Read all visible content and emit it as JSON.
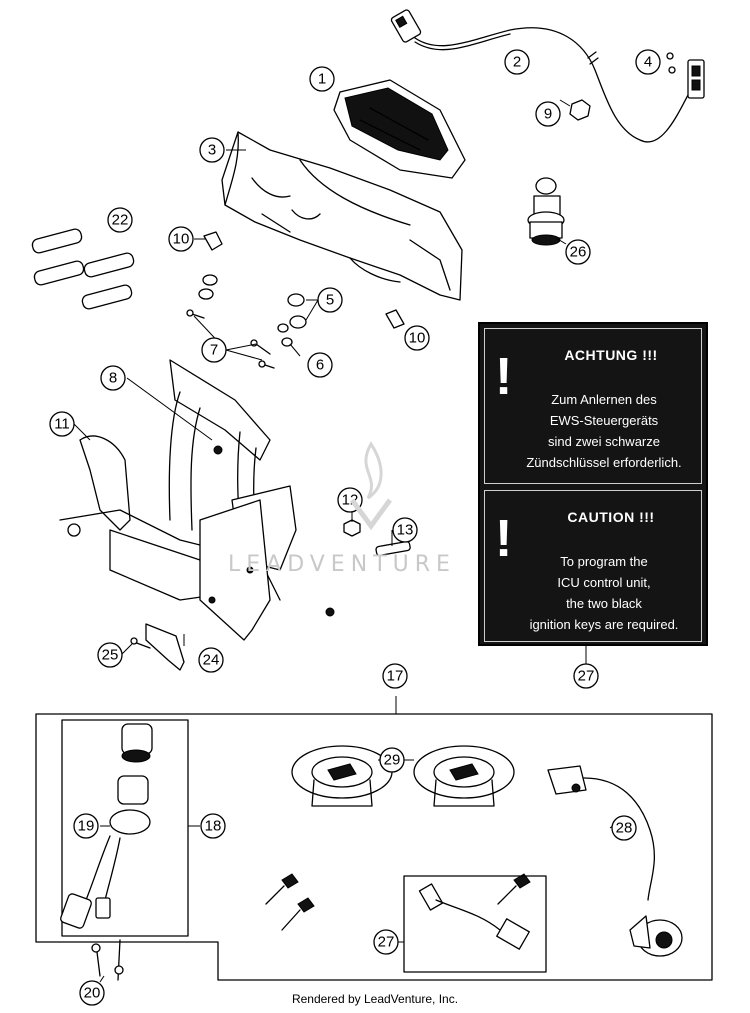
{
  "diagram": {
    "callouts": {
      "c1": "1",
      "c2": "2",
      "c3": "3",
      "c4": "4",
      "c5": "5",
      "c6": "6",
      "c7": "7",
      "c8": "8",
      "c9": "9",
      "c10a": "10",
      "c10b": "10",
      "c11": "11",
      "c12": "12",
      "c13": "13",
      "c17": "17",
      "c18": "18",
      "c19": "19",
      "c20": "20",
      "c22": "22",
      "c24": "24",
      "c25": "25",
      "c26": "26",
      "c27a": "27",
      "c27b": "27",
      "c28": "28",
      "c29": "29"
    },
    "warning_label": {
      "german_title": "ACHTUNG !!!",
      "german_lines": [
        "Zum Anlernen des",
        "EWS-Steuergeräts",
        "sind zwei schwarze",
        "Zündschlüssel erforderlich."
      ],
      "english_title": "CAUTION !!!",
      "english_lines": [
        "To program the",
        "ICU control unit,",
        "the two black",
        "ignition keys are required."
      ]
    },
    "watermark": "LEADVENTURE",
    "footer": "Rendered by LeadVenture, Inc."
  }
}
